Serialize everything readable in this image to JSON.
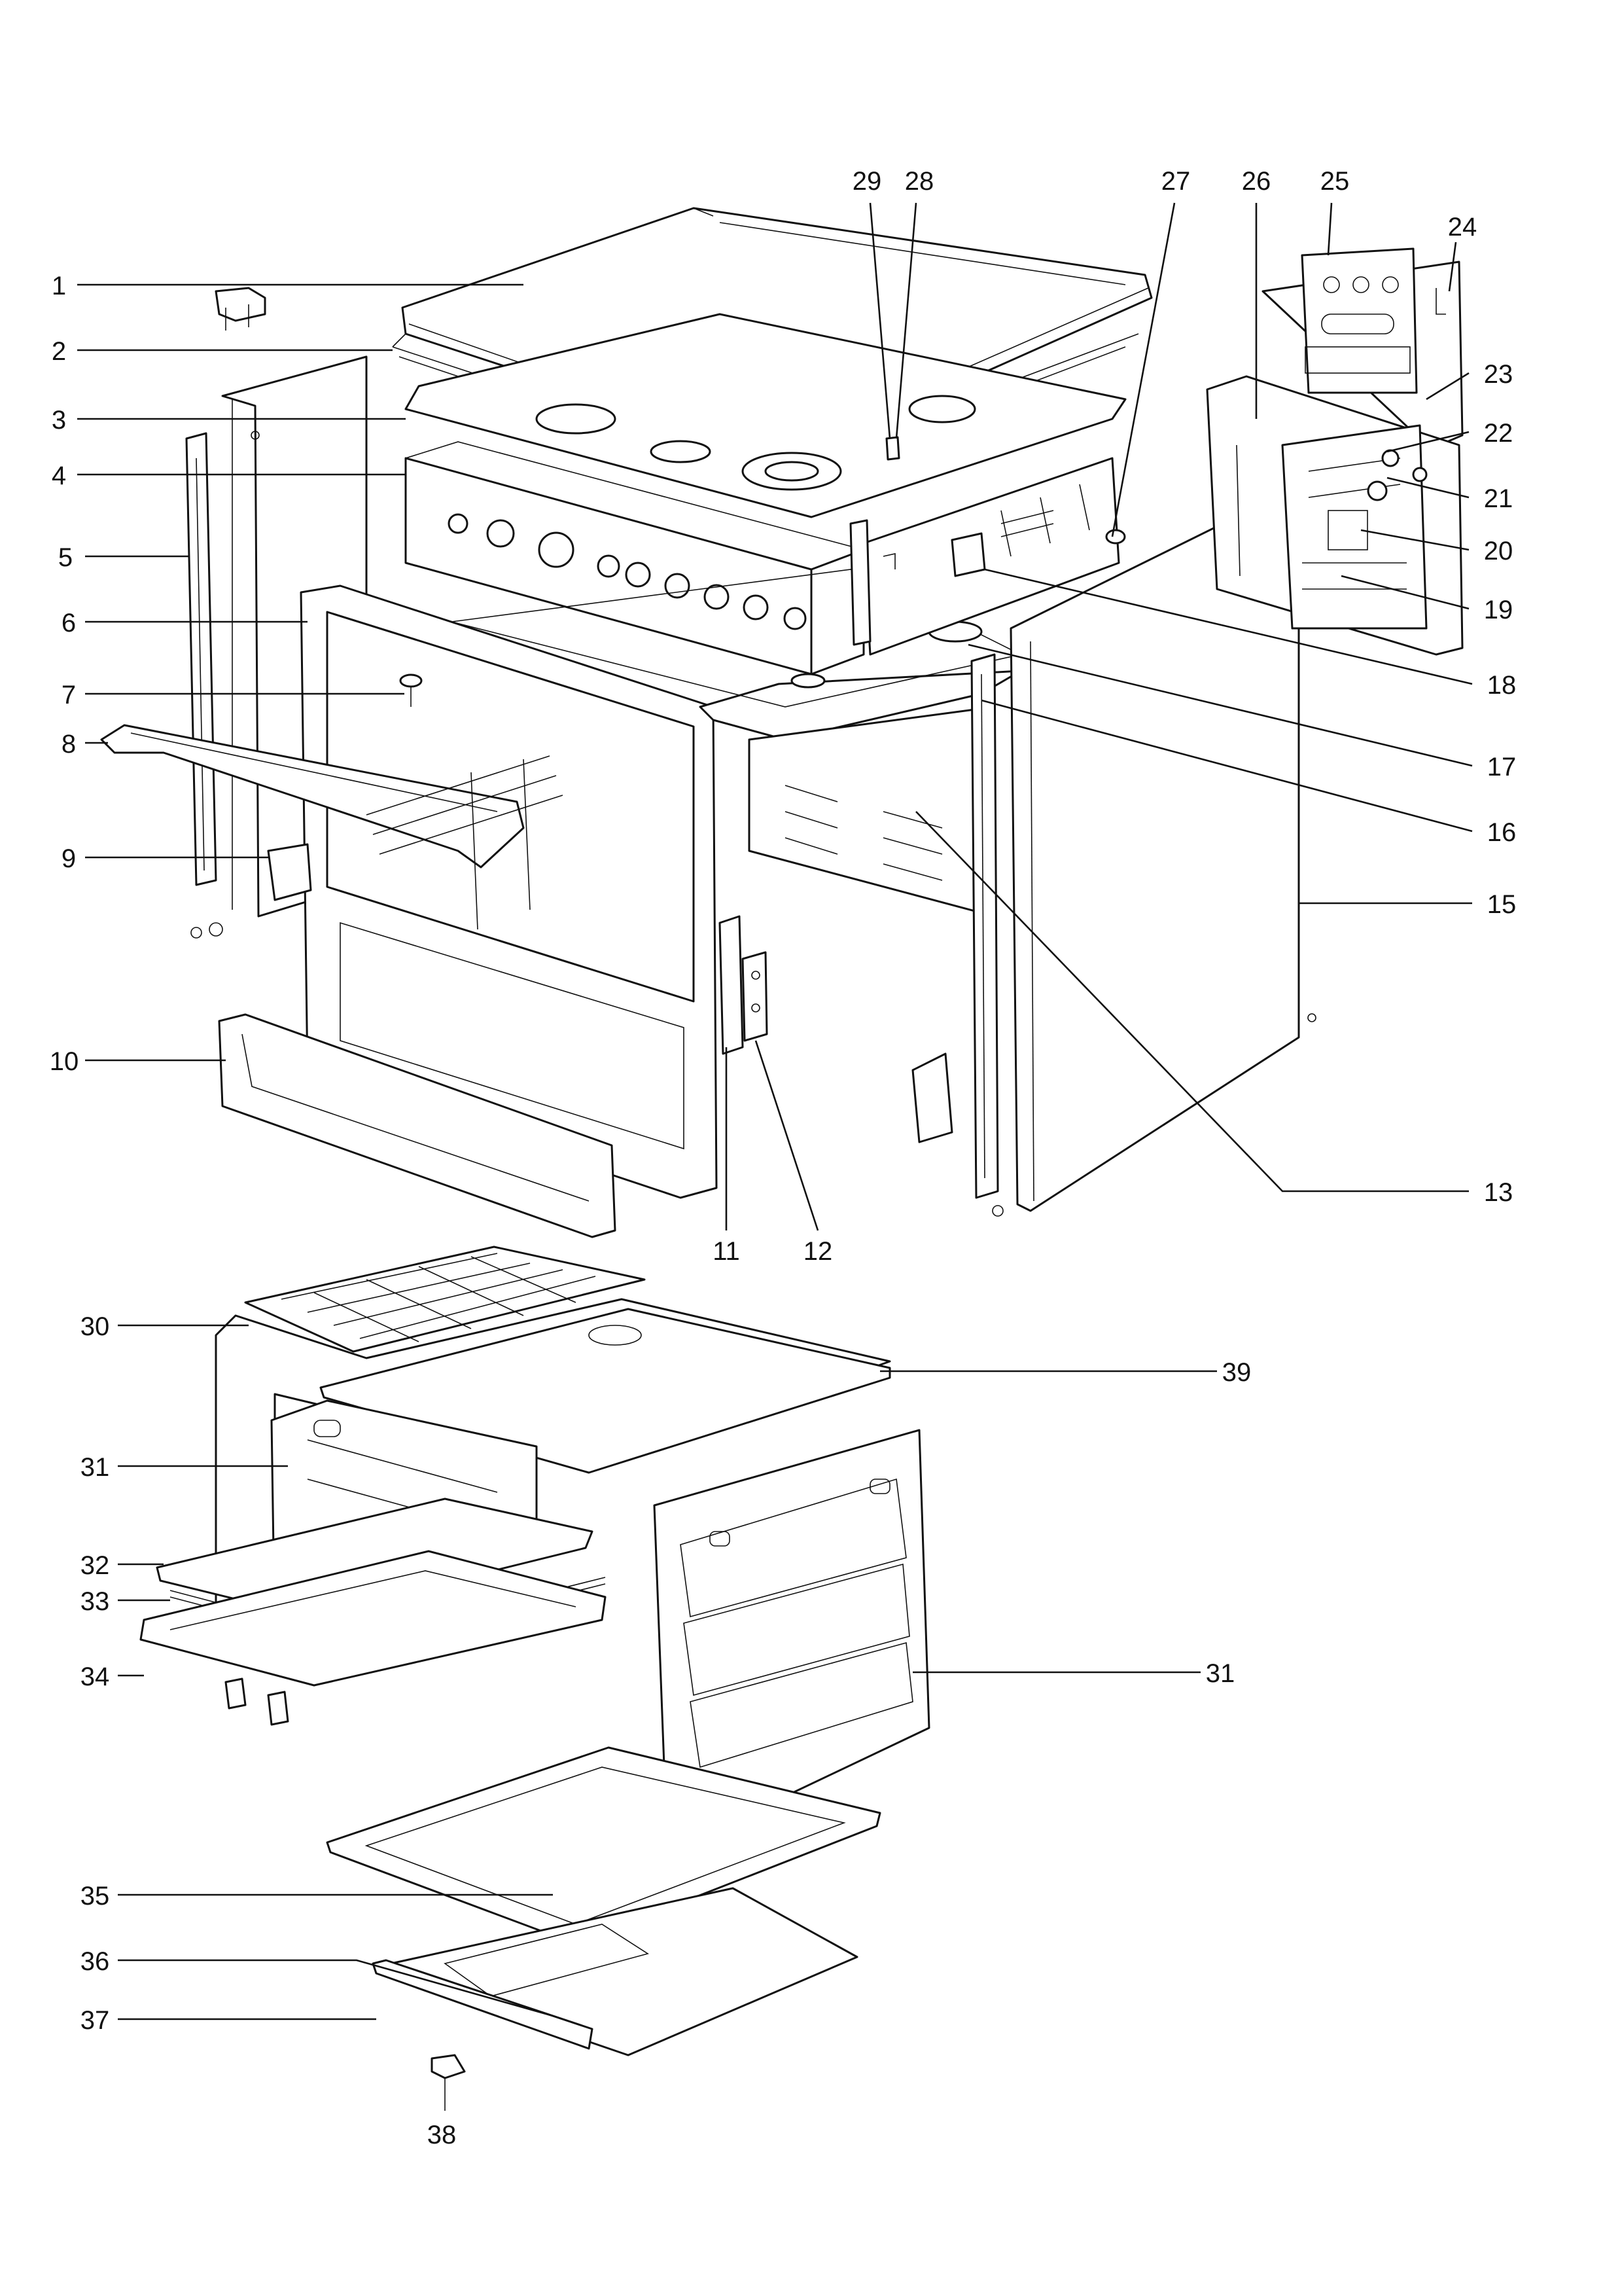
{
  "callouts": [
    {
      "id": "1",
      "text": "1"
    },
    {
      "id": "2",
      "text": "2"
    },
    {
      "id": "3",
      "text": "3"
    },
    {
      "id": "4",
      "text": "4"
    },
    {
      "id": "5",
      "text": "5"
    },
    {
      "id": "6",
      "text": "6"
    },
    {
      "id": "7",
      "text": "7"
    },
    {
      "id": "8",
      "text": "8"
    },
    {
      "id": "9",
      "text": "9"
    },
    {
      "id": "10",
      "text": "10"
    },
    {
      "id": "11",
      "text": "11"
    },
    {
      "id": "12",
      "text": "12"
    },
    {
      "id": "13",
      "text": "13"
    },
    {
      "id": "15",
      "text": "15"
    },
    {
      "id": "16",
      "text": "16"
    },
    {
      "id": "17",
      "text": "17"
    },
    {
      "id": "18",
      "text": "18"
    },
    {
      "id": "19",
      "text": "19"
    },
    {
      "id": "20",
      "text": "20"
    },
    {
      "id": "21",
      "text": "21"
    },
    {
      "id": "22",
      "text": "22"
    },
    {
      "id": "23",
      "text": "23"
    },
    {
      "id": "24",
      "text": "24"
    },
    {
      "id": "25",
      "text": "25"
    },
    {
      "id": "26",
      "text": "26"
    },
    {
      "id": "27",
      "text": "27"
    },
    {
      "id": "28",
      "text": "28"
    },
    {
      "id": "29",
      "text": "29"
    },
    {
      "id": "30",
      "text": "30"
    },
    {
      "id": "31a",
      "text": "31"
    },
    {
      "id": "31b",
      "text": "31"
    },
    {
      "id": "32",
      "text": "32"
    },
    {
      "id": "33",
      "text": "33"
    },
    {
      "id": "34",
      "text": "34"
    },
    {
      "id": "35",
      "text": "35"
    },
    {
      "id": "36",
      "text": "36"
    },
    {
      "id": "37",
      "text": "37"
    },
    {
      "id": "38",
      "text": "38"
    },
    {
      "id": "39",
      "text": "39"
    }
  ]
}
